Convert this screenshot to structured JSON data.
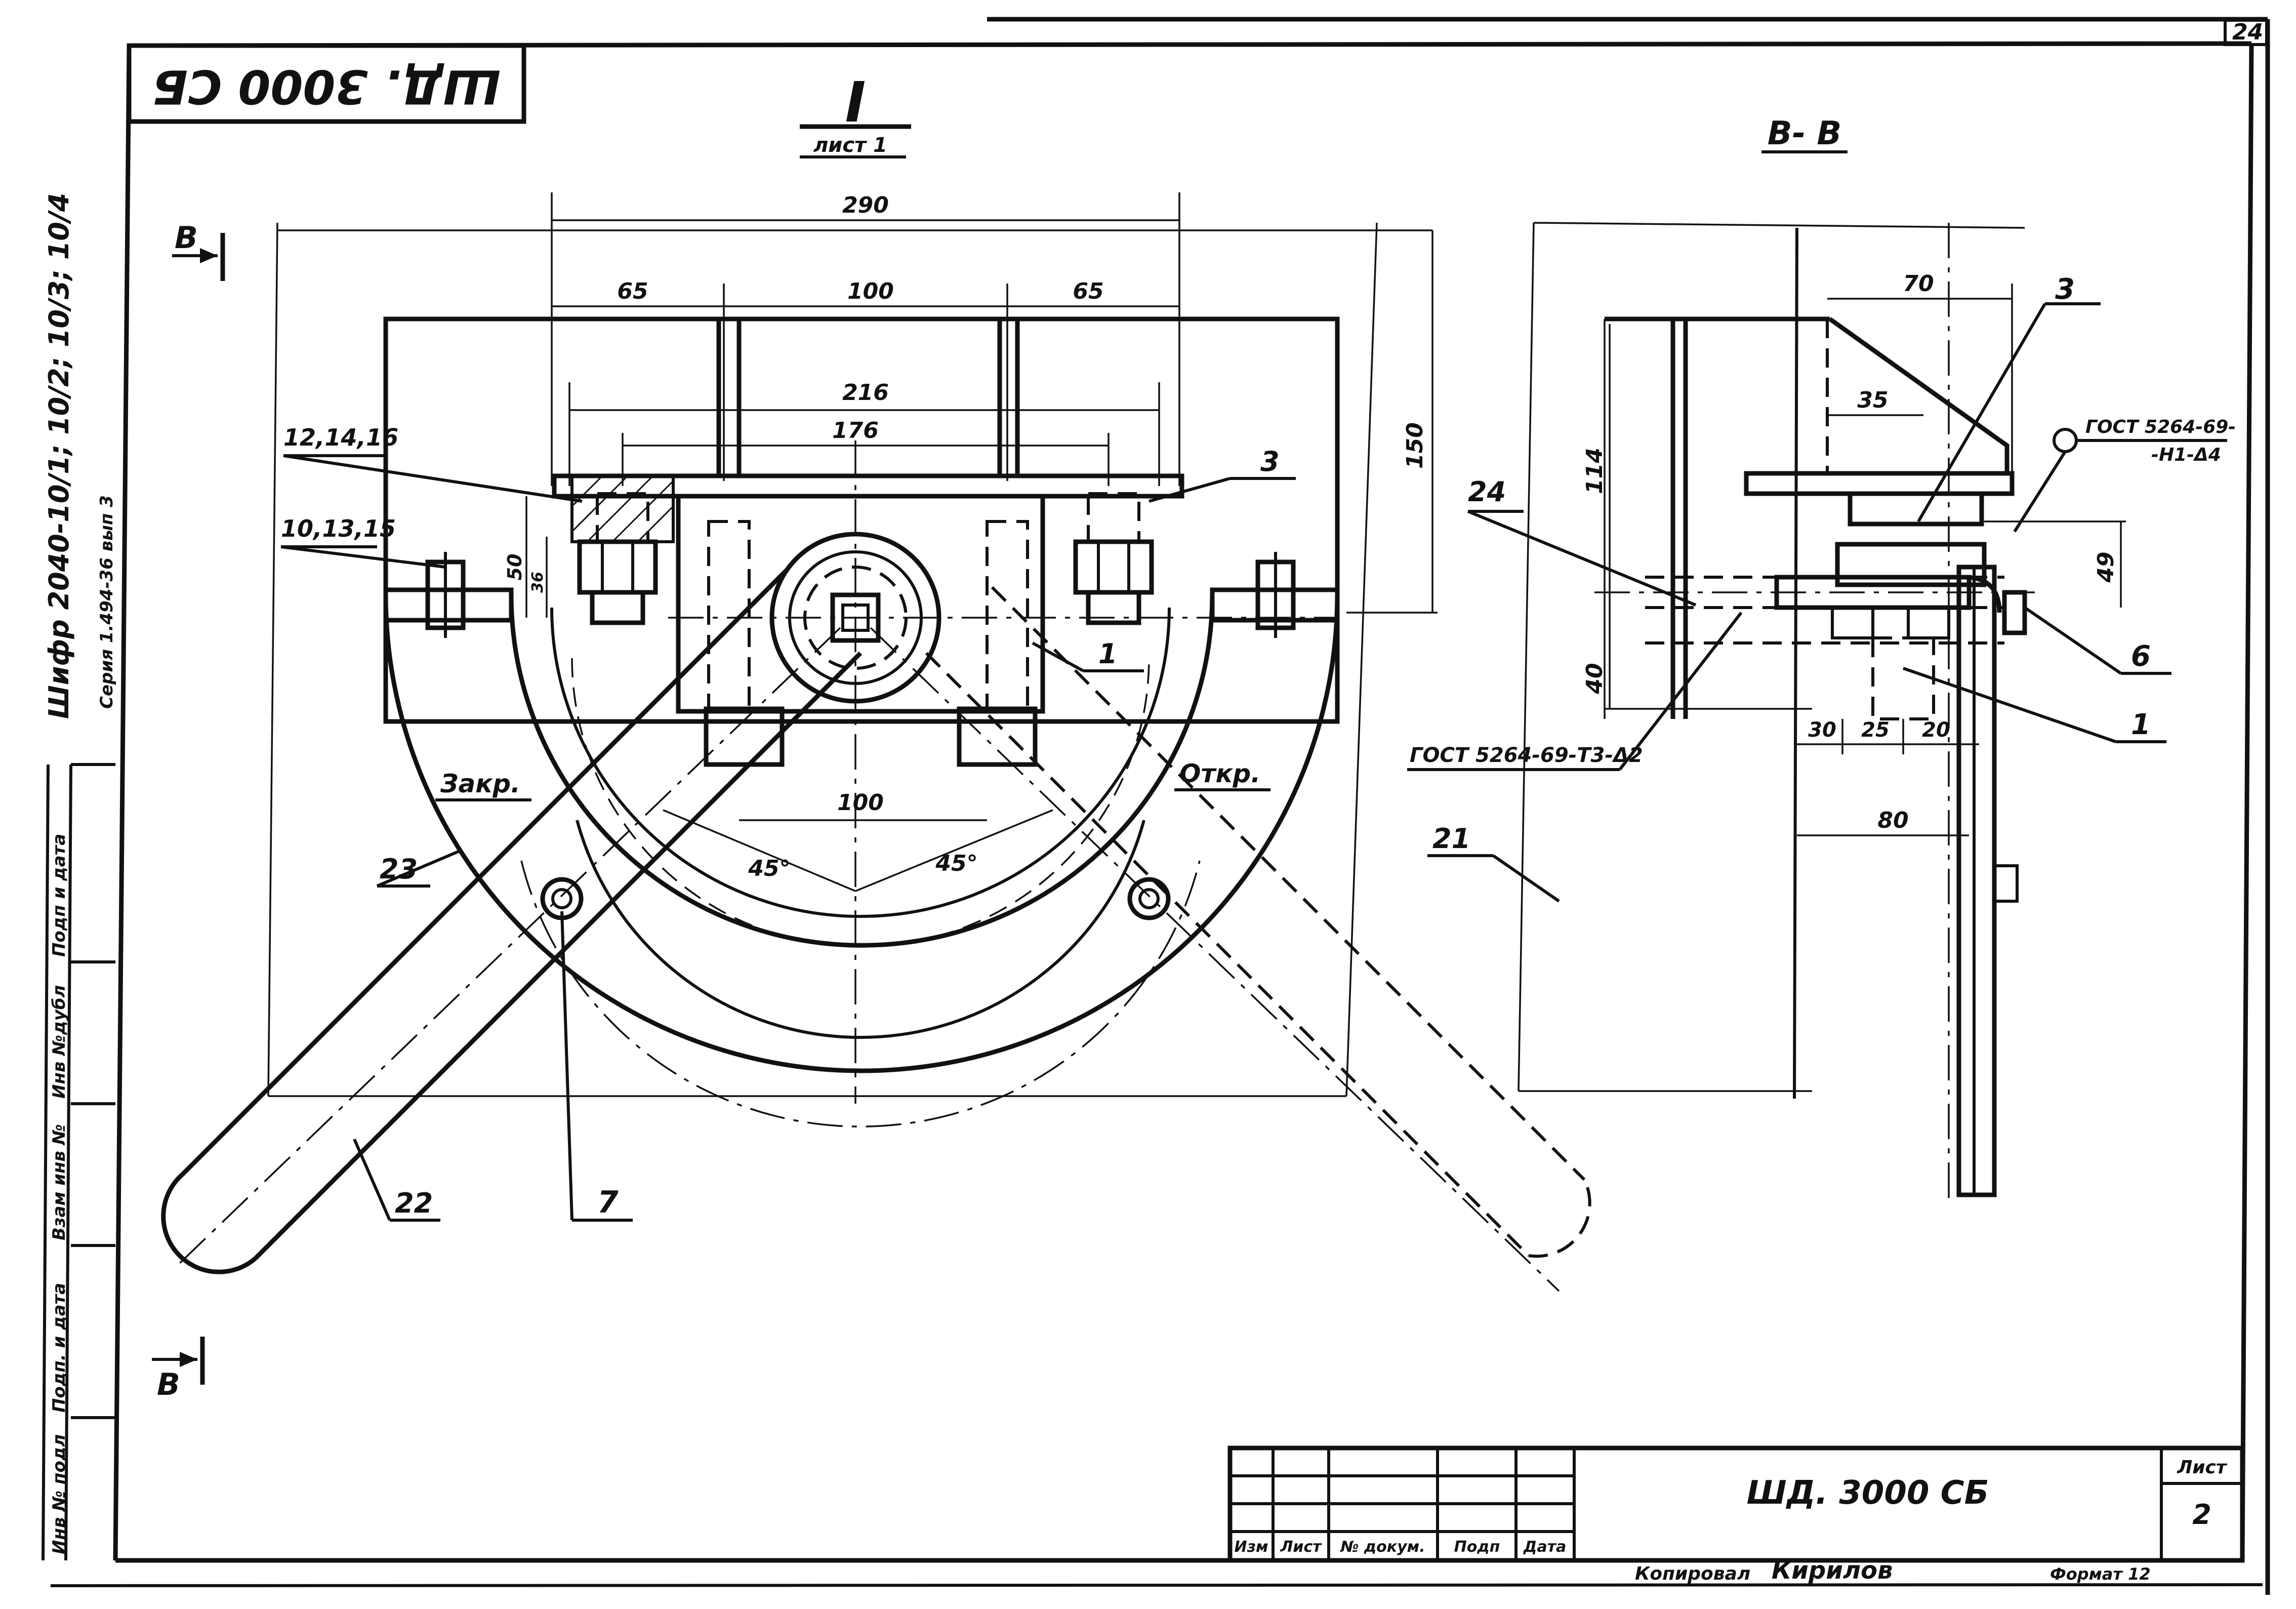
{
  "title_block": {
    "designation": "ШД. 3000 СБ",
    "sheet_label": "Лист",
    "sheet_number": "2",
    "column_headers": [
      "Изм",
      "Лист",
      "№ докум.",
      "Подп",
      "Дата"
    ],
    "copied_label": "Копировал",
    "copied_signature": "Кирилов",
    "format_label": "Формат 12"
  },
  "top_stamp": "ШД. 3000 СБ",
  "page_number": "24",
  "side_series": {
    "cipher": "Шифр 2040-10/1; 10/2; 10/3; 10/4",
    "series": "Серия 1.494-36 вып 3"
  },
  "side_columns": [
    "Инв № подл",
    "Подп. и дата",
    "Взам инв №",
    "Инв №дубл",
    "Подп и дата"
  ],
  "view_main": {
    "heading": "I",
    "subheading": "лист 1",
    "section_mark_top": "В",
    "section_mark_bottom": "В",
    "dimensions": {
      "overall_width": "290",
      "left": "65",
      "middle": "100",
      "right": "65",
      "d216": "216",
      "d176": "176",
      "height": "150",
      "d50": "50",
      "d36": "36",
      "bottom": "100",
      "angle_left": "45°",
      "angle_right": "45°"
    },
    "labels": {
      "close": "Закр.",
      "open": "Откр."
    },
    "callouts": {
      "c12": "12,14,16",
      "c10": "10,13,15",
      "c3": "3",
      "c1": "1",
      "c23": "23",
      "c22": "22",
      "c7": "7"
    }
  },
  "view_section": {
    "heading": "В- В",
    "dimensions": {
      "d70": "70",
      "d35": "35",
      "d114": "114",
      "d40": "40",
      "d49": "49",
      "d30": "30",
      "d25": "25",
      "d20": "20",
      "d80": "80"
    },
    "callouts": {
      "c3": "3",
      "c24": "24",
      "c6": "6",
      "c1": "1",
      "c21": "21"
    },
    "weld_note_1": "ГОСТ 5264-69-",
    "weld_note_1b": "-Н1-Δ4",
    "weld_note_2": "ГОСТ 5264-69-Т3-Δ2"
  }
}
